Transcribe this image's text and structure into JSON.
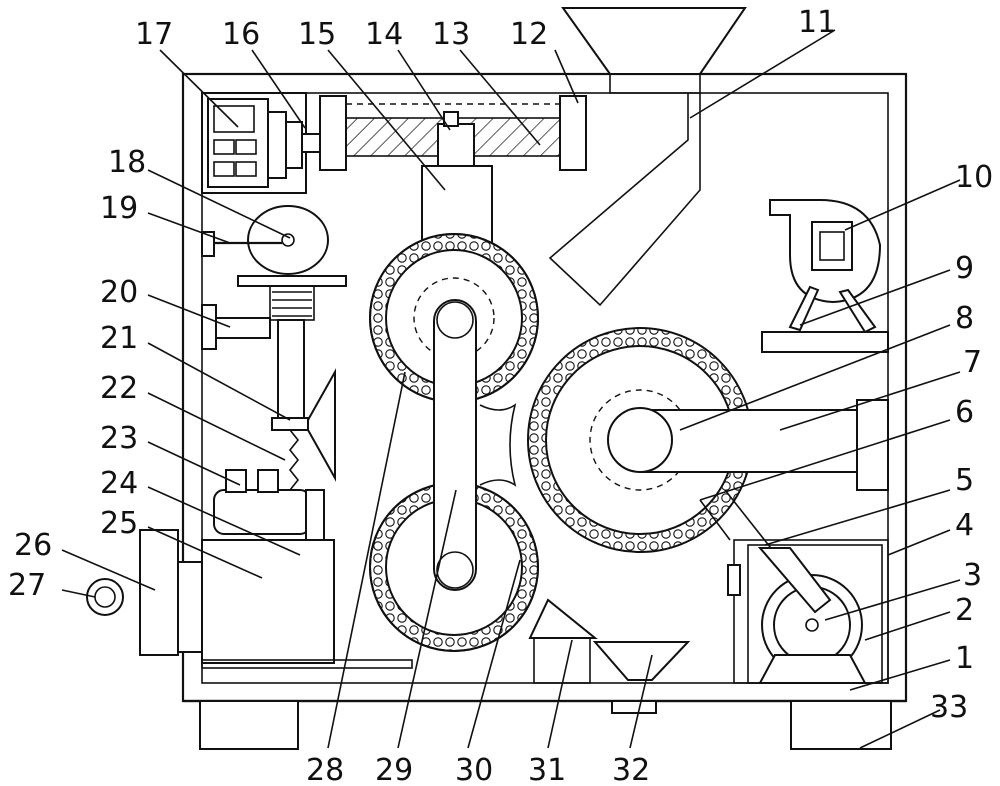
{
  "labels": {
    "n1": "1",
    "n2": "2",
    "n3": "3",
    "n4": "4",
    "n5": "5",
    "n6": "6",
    "n7": "7",
    "n8": "8",
    "n9": "9",
    "n10": "10",
    "n11": "11",
    "n12": "12",
    "n13": "13",
    "n14": "14",
    "n15": "15",
    "n16": "16",
    "n17": "17",
    "n18": "18",
    "n19": "19",
    "n20": "20",
    "n21": "21",
    "n22": "22",
    "n23": "23",
    "n24": "24",
    "n25": "25",
    "n26": "26",
    "n27": "27",
    "n28": "28",
    "n29": "29",
    "n30": "30",
    "n31": "31",
    "n32": "32",
    "n33": "33"
  }
}
